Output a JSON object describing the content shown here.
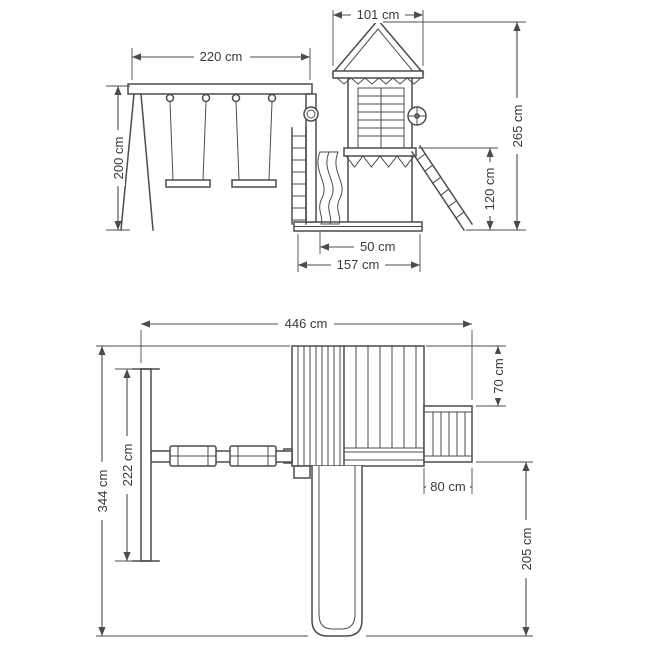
{
  "page": {
    "background_color": "#ffffff",
    "line_color": "#4c4c4c",
    "text_color": "#3a3a3a"
  },
  "side_view": {
    "dims": {
      "roof_width": "101 cm",
      "beam_width": "220 cm",
      "swing_height": "200 cm",
      "total_height": "265 cm",
      "platform_height": "120 cm",
      "slide_clearance": "50 cm",
      "base_width": "157 cm"
    }
  },
  "top_view": {
    "dims": {
      "total_width": "446 cm",
      "tower_depth": "70 cm",
      "swing_frame_depth": "222 cm",
      "total_depth": "344 cm",
      "ladder_width": "80 cm",
      "slide_length": "205 cm"
    }
  }
}
